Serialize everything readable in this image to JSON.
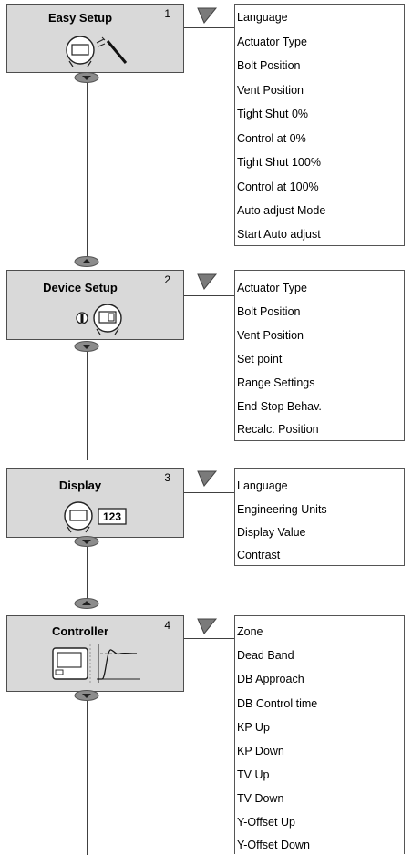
{
  "blocks": [
    {
      "id": "easy-setup",
      "number": "1",
      "title": "Easy Setup",
      "icon": "display-with-wand-icon",
      "menu": [
        "Language",
        "Actuator Type",
        "Bolt Position",
        "Vent Position",
        "Tight Shut 0%",
        "Control at 0%",
        "Tight Shut 100%",
        "Control at 100%",
        "Auto adjust Mode",
        "Start Auto adjust"
      ]
    },
    {
      "id": "device-setup",
      "number": "2",
      "title": "Device Setup",
      "icon": "info-display-icon",
      "menu": [
        "Actuator Type",
        "Bolt Position",
        "Vent Position",
        "Set point",
        "Range Settings",
        "End Stop Behav.",
        "Recalc. Position"
      ]
    },
    {
      "id": "display",
      "number": "3",
      "title": "Display",
      "icon": "display-123-icon",
      "display_value": "123",
      "menu": [
        "Language",
        "Engineering Units",
        "Display Value",
        "Contrast"
      ]
    },
    {
      "id": "controller",
      "number": "4",
      "title": "Controller",
      "icon": "controller-step-response-icon",
      "menu": [
        "Zone",
        "Dead Band",
        "DB Approach",
        "DB Control time",
        "KP Up",
        "KP Down",
        "TV Up",
        "TV Down",
        "Y-Offset Up",
        "Y-Offset Down"
      ]
    }
  ],
  "colors": {
    "block_fill": "#d9d9d9",
    "line": "#404040",
    "nav_button": "#8c8c8c",
    "flag": "#7a7a7a"
  }
}
